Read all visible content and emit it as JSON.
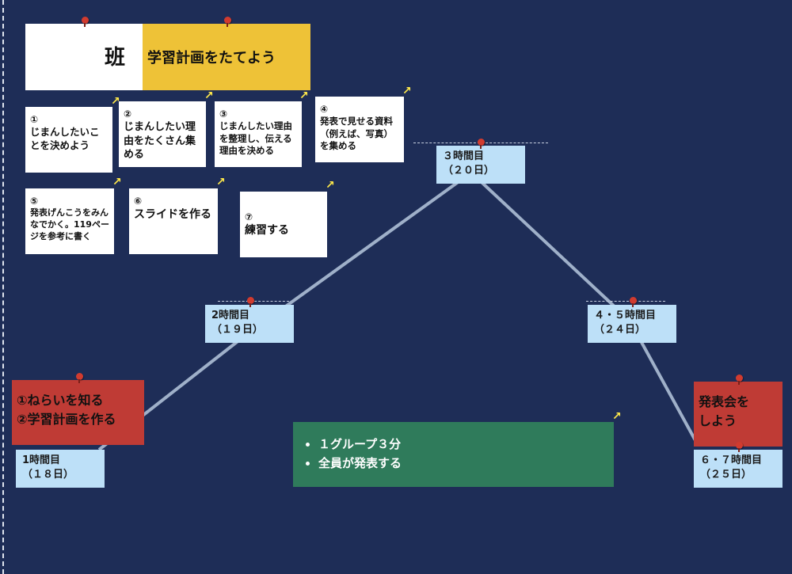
{
  "header": {
    "group_label": "班",
    "title": "学習計画をたてよう"
  },
  "tasks": [
    {
      "num": "①",
      "text": "じまんしたいことを決めよう"
    },
    {
      "num": "②",
      "text": "じまんしたい理由をたくさん集める"
    },
    {
      "num": "③",
      "text": "じまんしたい理由を整理し、伝える理由を決める"
    },
    {
      "num": "④",
      "text": "発表で見せる資料（例えば、写真）を集める"
    },
    {
      "num": "⑤",
      "text": "発表げんこうをみんなでかく。119ページを参考に書く"
    },
    {
      "num": "⑥",
      "text": "スライドを作る"
    },
    {
      "num": "⑦",
      "text": "練習する"
    }
  ],
  "steps": [
    {
      "period": "1時間目",
      "date": "（１８日）"
    },
    {
      "period": "2時間目",
      "date": "（１９日）"
    },
    {
      "period": "３時間目",
      "date": "（２０日）"
    },
    {
      "period": "４・５時間目",
      "date": "（２４日）"
    },
    {
      "period": "６・７時間目",
      "date": "（２５日）"
    }
  ],
  "start_box": {
    "line1": "①ねらいを知る",
    "line2": "②学習計画を作る"
  },
  "end_box": {
    "line1": "発表会を",
    "line2": "しよう"
  },
  "rules_box": {
    "items": [
      "１グループ３分",
      "全員が発表する"
    ]
  },
  "colors": {
    "background": "#1e2d57",
    "yellow": "#eec237",
    "red": "#bf3b35",
    "green": "#2f7b5b",
    "step_blue": "#bde0f8",
    "path_line": "#9fb0c9"
  }
}
